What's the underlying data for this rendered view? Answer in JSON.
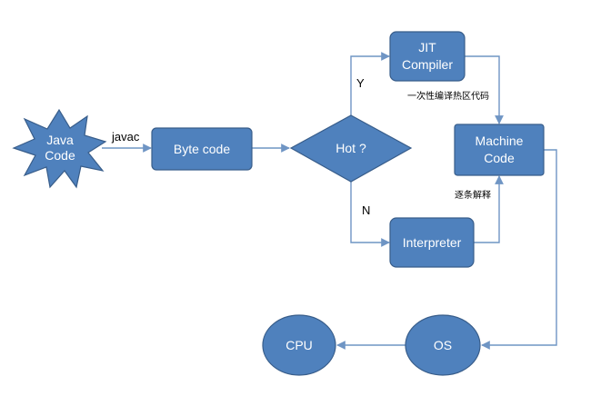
{
  "diagram": {
    "nodes": {
      "java_code": [
        "Java",
        "Code"
      ],
      "byte_code": "Byte code",
      "hot": "Hot ?",
      "jit": [
        "JIT",
        "Compiler"
      ],
      "interpreter": "Interpreter",
      "machine_code": [
        "Machine",
        "Code"
      ],
      "os": "OS",
      "cpu": "CPU"
    },
    "edge_labels": {
      "javac": "javac",
      "yes": "Y",
      "no": "N",
      "compile_hot": "一次性编译热区代码",
      "interpret_line": "逐条解释"
    },
    "colors": {
      "node_fill": "#4f81bd",
      "node_stroke": "#385d8a",
      "edge": "#6f95c4"
    }
  }
}
